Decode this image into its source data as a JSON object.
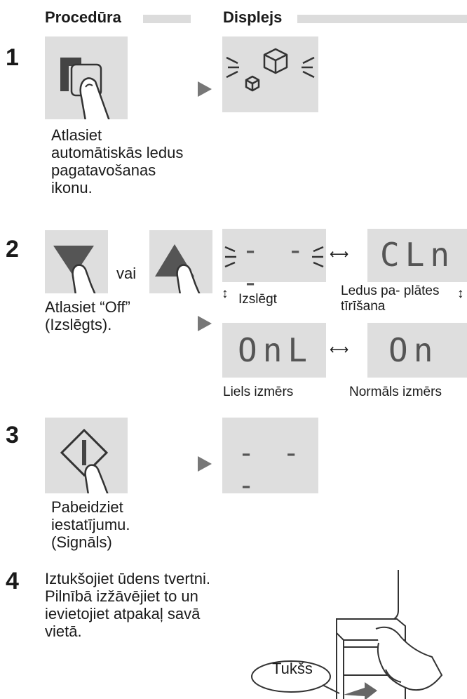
{
  "headers": {
    "procedure": "Procedūra",
    "display": "Displejs"
  },
  "steps": [
    {
      "number": "1",
      "instruction": "Atlasiet automātiskās ledus pagatavošanas ikonu."
    },
    {
      "number": "2",
      "or_text": "vai",
      "instruction": "Atlasiet “Off” (Izslēgts).",
      "displays": [
        {
          "segments": "- - -",
          "label": "Izslēgt"
        },
        {
          "segments": "CLn",
          "label": "Ledus pa- plātes tīrīšana"
        },
        {
          "segments": "OnL",
          "label": "Liels izmērs"
        },
        {
          "segments": "On",
          "label": "Normāls izmērs"
        }
      ]
    },
    {
      "number": "3",
      "instruction": "Pabeidziet iestatījumu. (Signāls)",
      "display": "- - -"
    },
    {
      "number": "4",
      "instruction": "Iztukšojiet ūdens tvertni. Pilnībā izžāvējiet to un ievietojiet atpakaļ savā vietā.",
      "callout": "Tukšs"
    }
  ],
  "icons": [
    "auto-ice-icon",
    "down-arrow-icon",
    "up-arrow-icon",
    "power-icon",
    "ice-cubes-icon",
    "water-tank-icon"
  ]
}
